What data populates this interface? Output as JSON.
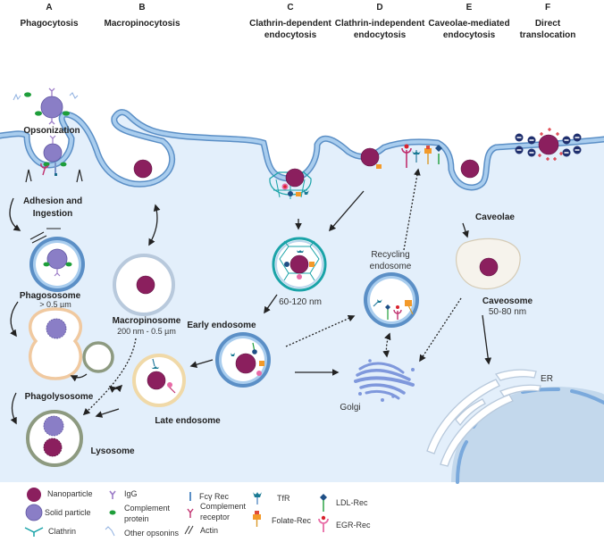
{
  "columns": [
    {
      "letter": "A",
      "title": [
        "Phagocytosis"
      ]
    },
    {
      "letter": "B",
      "title": [
        "Macropinocytosis"
      ]
    },
    {
      "letter": "C",
      "title": [
        "Clathrin-dependent",
        "endocytosis"
      ]
    },
    {
      "letter": "D",
      "title": [
        "Clathrin-independent",
        "endocytosis"
      ]
    },
    {
      "letter": "E",
      "title": [
        "Caveolae-mediated",
        "endocytosis"
      ]
    },
    {
      "letter": "F",
      "title": [
        "Direct",
        "translocation"
      ]
    }
  ],
  "labels": {
    "opsonization": "Opsonization",
    "adhesion": [
      "Adhesion and",
      "Ingestion"
    ],
    "phagosome": "Phagososome",
    "phagosome_size": "> 0.5 µm",
    "phagolysosome": "Phagolysosome",
    "lysosome": "Lysosome",
    "macropinosome": "Macropinosome",
    "macropinosome_size": "200 nm - 0.5 µm",
    "late_endosome": "Late endosome",
    "early_endosome": "Early endosome",
    "clathrin_vesicle_size": "60-120 nm",
    "recycling_endosome": [
      "Recycling",
      "endosome"
    ],
    "golgi": "Golgi",
    "caveolae": "Caveolae",
    "caveosome": "Caveosome",
    "caveosome_size": "50-80 nm",
    "er": "ER"
  },
  "charges": {
    "negative": "−",
    "positive": "+"
  },
  "legend": [
    {
      "icon": "nanoparticle",
      "label": [
        "Nanoparticle"
      ]
    },
    {
      "icon": "solid-particle",
      "label": [
        "Solid particle"
      ]
    },
    {
      "icon": "clathrin",
      "label": [
        "Clathrin"
      ]
    },
    {
      "icon": "igg",
      "label": [
        "IgG"
      ]
    },
    {
      "icon": "complement-protein",
      "label": [
        "Complement",
        "protein"
      ]
    },
    {
      "icon": "other-opsonins",
      "label": [
        "Other opsonins"
      ]
    },
    {
      "icon": "fcy-rec",
      "label": [
        "Fcγ Rec"
      ]
    },
    {
      "icon": "complement-receptor",
      "label": [
        "Complement",
        "receptor"
      ]
    },
    {
      "icon": "actin",
      "label": [
        "Actin"
      ]
    },
    {
      "icon": "tfr",
      "label": [
        "TfR"
      ]
    },
    {
      "icon": "folate-rec",
      "label": [
        "Folate-Rec"
      ]
    },
    {
      "icon": "ldl-rec",
      "label": [
        "LDL-Rec"
      ]
    },
    {
      "icon": "egr-rec",
      "label": [
        "EGR-Rec"
      ]
    }
  ],
  "colors": {
    "cytoplasm": "#e3effb",
    "membrane": "#8fb8df",
    "membrane_dark": "#5b8fc6",
    "nanoparticle": "#8b1f5e",
    "solid_particle": "#8a7ec6",
    "complement": "#1e9e3a",
    "clathrin": "#1aa3a8",
    "lysosome_ring": "#8d9a80",
    "late_endosome_ring": "#f0d9a8",
    "golgi": "#7f98dc",
    "nucleus": "#c3d8ec",
    "negative_charge": "#1f2f6e",
    "positive_charge": "#d9232e"
  }
}
